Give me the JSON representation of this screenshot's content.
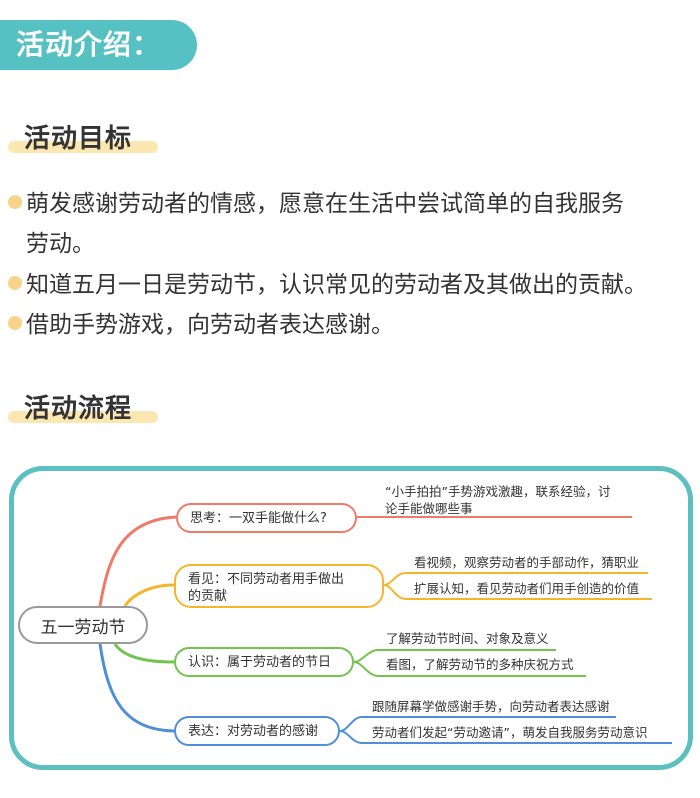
{
  "header": {
    "title": "活动介绍："
  },
  "goals": {
    "heading": "活动目标",
    "items": [
      {
        "line1": "萌发感谢劳动者的情感，愿意在生活中尝试简单的自我服务",
        "line2": "劳动。"
      },
      {
        "line1": "知道五月一日是劳动节，认识常见的劳动者及其做出的贡献。"
      },
      {
        "line1": "借助手势游戏，向劳动者表达感谢。"
      }
    ]
  },
  "process": {
    "heading": "活动流程",
    "mindmap": {
      "root": "五一劳动节",
      "branches": [
        {
          "label": "思考：一双手能做什么?",
          "color": "#ef7a6a",
          "details": [
            "“小手拍拍”手势游戏激趣，联系经验，讨论手能做哪些事"
          ],
          "detail_lines": [
            "“小手拍拍”手势游戏激趣，联系经验，讨",
            "论手能做哪些事"
          ]
        },
        {
          "label_line1": "看见：不同劳动者用手做出",
          "label_line2": "的贡献",
          "color": "#f5b52e",
          "details": [
            "看视频，观察劳动者的手部动作，猜职业",
            "扩展认知，看见劳动者们用手创造的价值"
          ]
        },
        {
          "label": "认识：属于劳动者的节日",
          "color": "#72c44f",
          "details": [
            "了解劳动节时间、对象及意义",
            "看图，了解劳动节的多种庆祝方式"
          ]
        },
        {
          "label": "表达：对劳动者的感谢",
          "color": "#4f8fd6",
          "details": [
            "跟随屏幕学做感谢手势，向劳动者表达感谢",
            "劳动者们发起“劳动邀请”，萌发自我服务劳动意识"
          ]
        }
      ]
    }
  },
  "colors": {
    "banner": "#56c1c3",
    "highlight": "#fde7b0",
    "bullet_dot": "#f7d48a",
    "frame": "#5cc0c1"
  }
}
